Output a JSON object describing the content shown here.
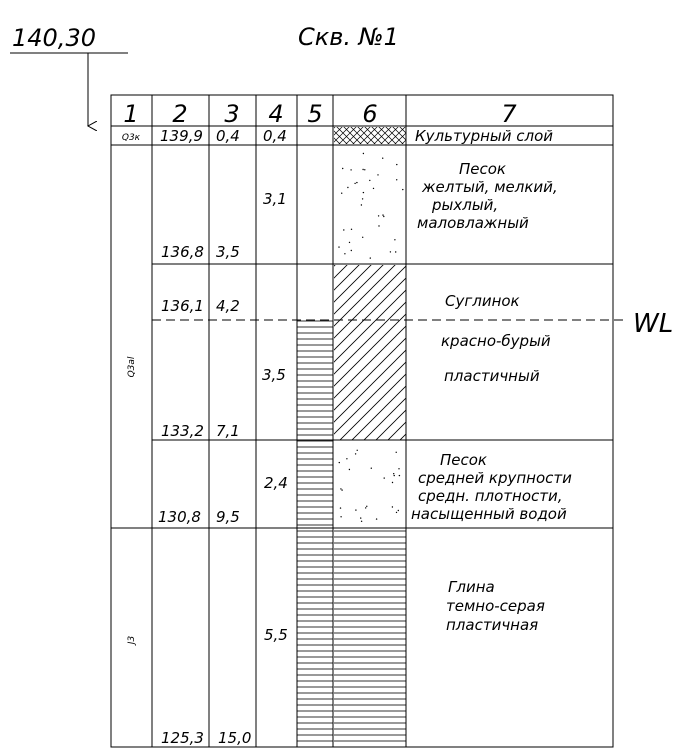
{
  "wellhead_elevation": "140,30",
  "title": "Скв. №1",
  "headers": [
    "1",
    "2",
    "3",
    "4",
    "5",
    "6",
    "7"
  ],
  "water_level_label": "WL",
  "ages": [
    "Q3к",
    "Q3al",
    "J3"
  ],
  "layers": [
    {
      "abs_mark": "139,9",
      "depth": "0,4",
      "thickness": "0,4",
      "pattern": "crosshatch",
      "desc": [
        "Культурный слой"
      ]
    },
    {
      "abs_mark": "136,8",
      "depth": "3,5",
      "thickness": "3,1",
      "pattern": "dots",
      "desc": [
        "Песок",
        "желтый, мелкий,",
        "рыхлый,",
        "маловлажный"
      ]
    },
    {
      "abs_mark": "133,2",
      "depth": "7,1",
      "thickness": "3,5",
      "pattern": "diagonal",
      "desc": [
        "Суглинок",
        "красно-бурый",
        "пластичный"
      ]
    },
    {
      "abs_mark": "130,8",
      "depth": "9,5",
      "thickness": "2,4",
      "pattern": "dots",
      "desc": [
        "Песок",
        "средней крупности",
        "средн. плотности,",
        "насыщенный водой"
      ]
    },
    {
      "abs_mark": "125,3",
      "depth": "15,0",
      "thickness": "5,5",
      "pattern": "horizontal",
      "desc": [
        "Глина",
        "темно-серая",
        "пластичная"
      ]
    }
  ],
  "water_mark": {
    "abs_mark": "136,1",
    "depth": "4,2"
  }
}
